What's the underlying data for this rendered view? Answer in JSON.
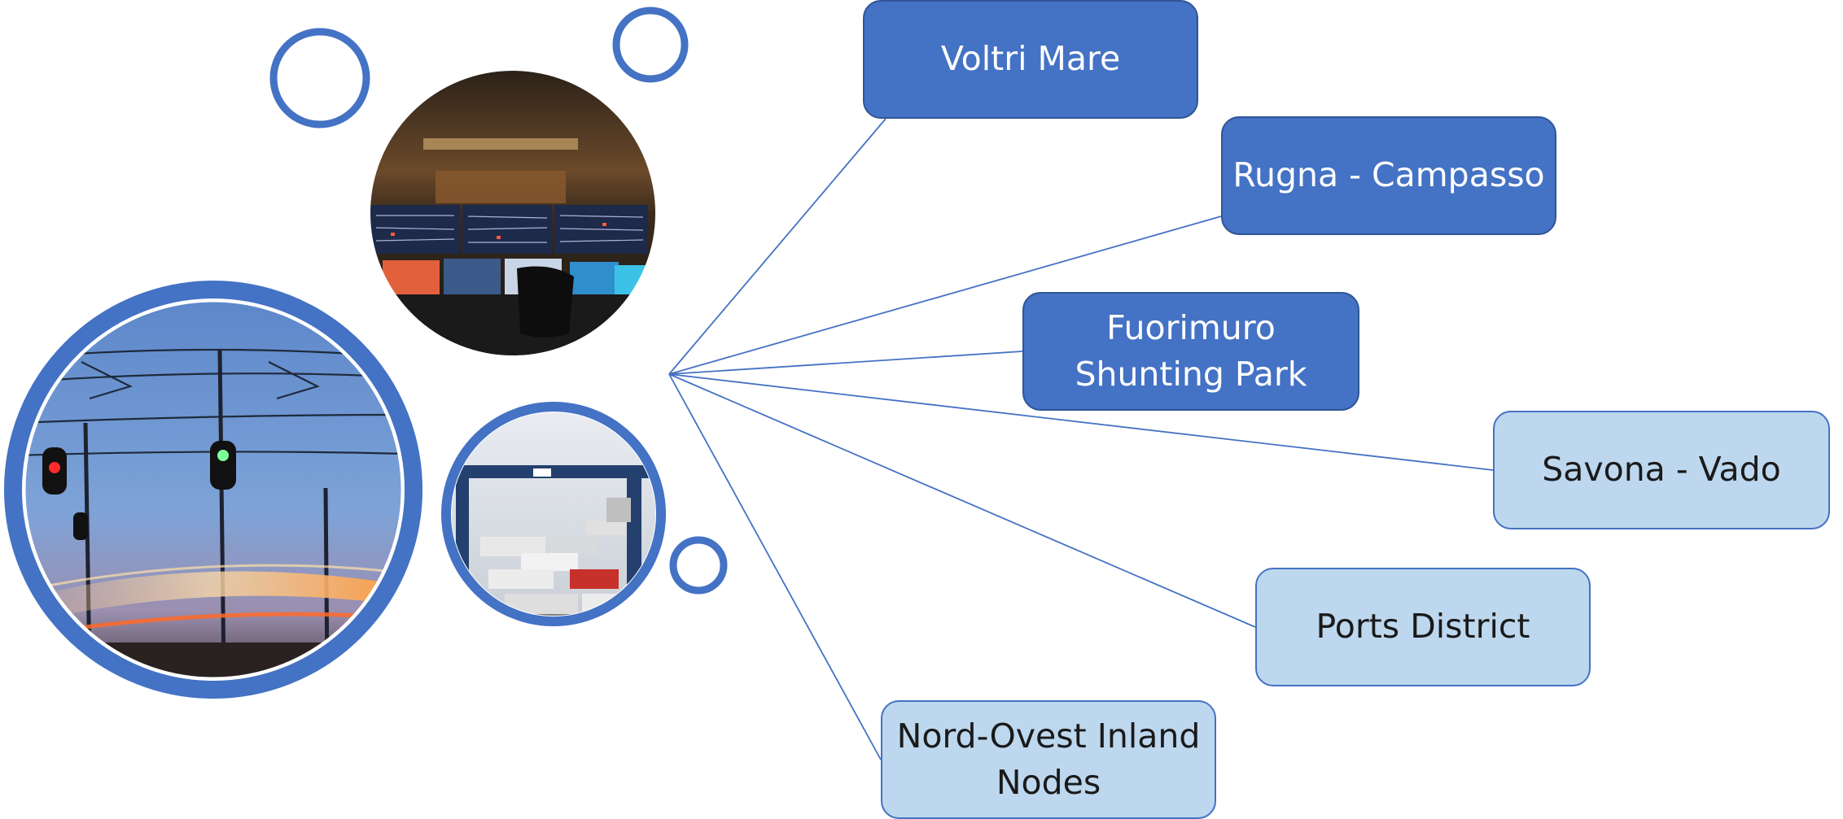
{
  "colors": {
    "accent": "#4472c4",
    "accent_border": "#2f5597",
    "light_fill": "#bdd7ee",
    "connector": "#4472c4"
  },
  "photos": [
    {
      "name": "control-room-photo",
      "subject": "rail traffic control room with monitors"
    },
    {
      "name": "railway-signals-photo",
      "subject": "railway signals and overhead lines at dusk with light trails"
    },
    {
      "name": "intermodal-terminal-photo",
      "subject": "container terminal with gantry crane"
    }
  ],
  "nodes": [
    {
      "id": "voltri",
      "label": "Voltri Mare",
      "style": "dark"
    },
    {
      "id": "rugna",
      "label": "Rugna - Campasso",
      "style": "dark"
    },
    {
      "id": "fuori",
      "label": "Fuorimuro\nShunting Park",
      "style": "dark"
    },
    {
      "id": "savona",
      "label": "Savona - Vado",
      "style": "light"
    },
    {
      "id": "ports",
      "label": "Ports District",
      "style": "light"
    },
    {
      "id": "nord",
      "label": "Nord-Ovest Inland\nNodes",
      "style": "light"
    }
  ]
}
